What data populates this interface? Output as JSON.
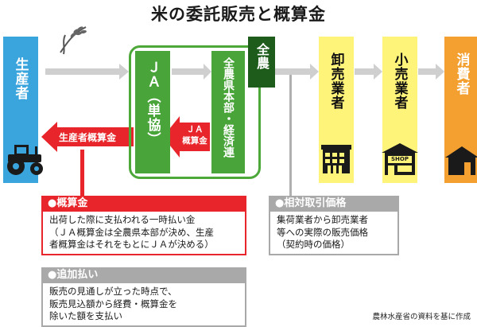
{
  "title": "米の委託販売と概算金",
  "columns": {
    "producer": "生産者",
    "ja_tandoku": "ＪＡ（単協）",
    "zennoh_hq": "全農県本部・経済連",
    "zennoh": "全農",
    "wholesaler": "卸売業者",
    "retailer": "小売業者",
    "consumer": "消費者"
  },
  "arrows": {
    "ja_payment": [
      "ＪＡ",
      "概算金"
    ],
    "producer_payment": "生産者概算金"
  },
  "icons": {
    "rice": "rice-plant-icon",
    "tractor": "tractor-icon",
    "wholesale": "warehouse-icon",
    "shop": "shop-icon",
    "shop_sign": "SHOP",
    "house": "house-icon"
  },
  "info": {
    "advance": {
      "heading": "●概算金",
      "lines": [
        "出荷した際に支払われる一時払い金",
        "（ＪＡ概算金は全農県本部が決め、生産",
        "者概算金はそれをもとにＪＡが決める）"
      ]
    },
    "additional": {
      "heading": "●追加払い",
      "lines": [
        "販売の見通しが立った時点で、",
        "販売見込額から経費・概算金を",
        "除いた額を支払い"
      ]
    },
    "relative": {
      "heading": "●相対取引価格",
      "lines": [
        "集荷業者から卸売業者",
        "等への実際の販売価格",
        "（契約時の価格）"
      ]
    }
  },
  "source": "農林水産省の資料を基に作成",
  "colors": {
    "producer_blue": "#3aa4dc",
    "green": "#49a43a",
    "dark_green": "#1e5c1c",
    "yellow": "#fff47a",
    "orange": "#f3a030",
    "red": "#e8252a",
    "flow_gray": "#cfcfcf",
    "info_gray": "#a9a9a9"
  }
}
